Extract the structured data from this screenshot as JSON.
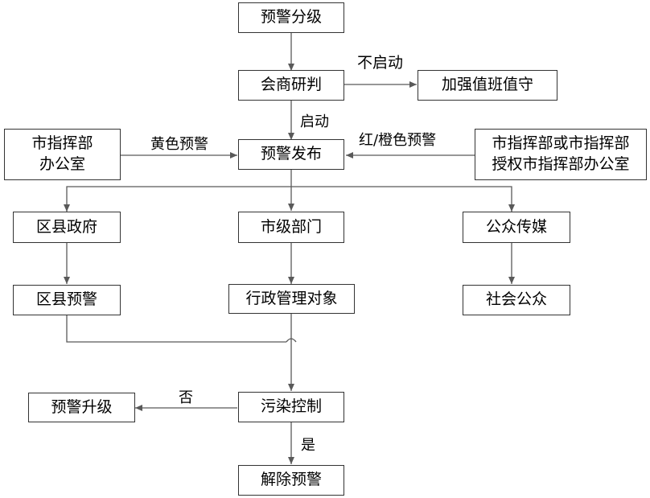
{
  "nodes": {
    "warning_grading": "预警分级",
    "consultation": "会商研判",
    "strengthen_duty": "加强值班值守",
    "city_hq_office": "市指挥部办公室",
    "warning_release": "预警发布",
    "city_hq_authorized": "市指挥部或市指挥部授权市指挥部办公室",
    "county_government": "区县政府",
    "city_departments": "市级部门",
    "public_media": "公众传媒",
    "county_warning": "区县预警",
    "admin_targets": "行政管理对象",
    "general_public": "社会公众",
    "warning_upgrade": "预警升级",
    "pollution_control": "污染控制",
    "lift_warning": "解除预警"
  },
  "node_lines": {
    "city_hq_office": [
      "市指挥部",
      "办公室"
    ],
    "city_hq_authorized": [
      "市指挥部或市指挥部",
      "授权市指挥部办公室"
    ]
  },
  "edge_labels": {
    "not_start": "不启动",
    "start": "启动",
    "yellow_warning": "黄色预警",
    "red_orange_warning": "红/橙色预警",
    "no": "否",
    "yes": "是"
  },
  "colors": {
    "line": "#595959",
    "border": "#333333"
  }
}
